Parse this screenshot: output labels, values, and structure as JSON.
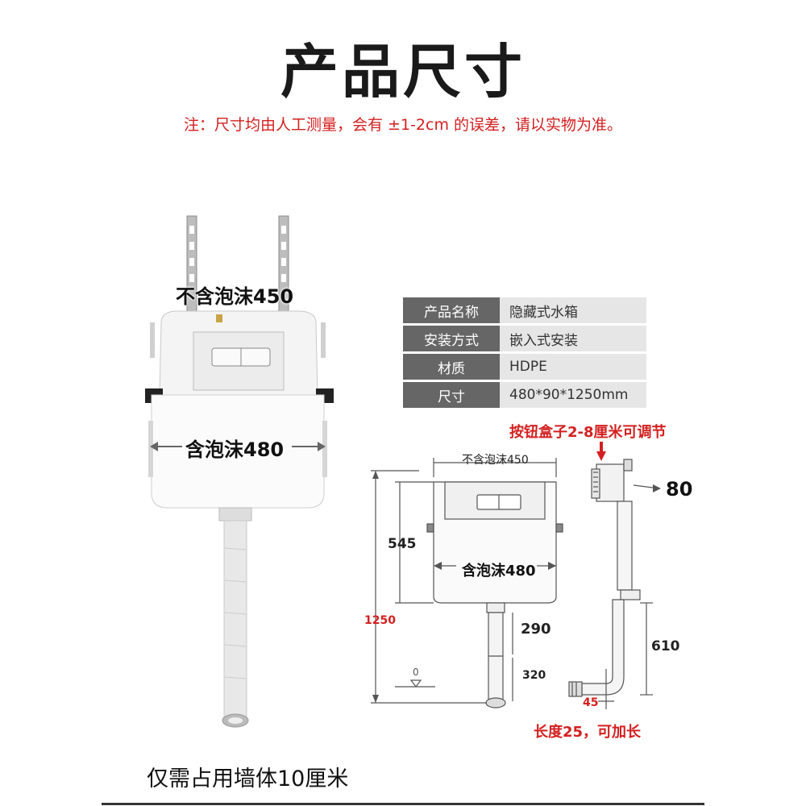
{
  "title": "产品尺寸",
  "note": "注：尺寸均由人工测量，会有 ±1-2cm 的误差，请以实物为准。",
  "spec_table": [
    {
      "key": "产品名称",
      "value": "隐藏式水箱"
    },
    {
      "key": "安装方式",
      "value": "嵌入式安装"
    },
    {
      "key": "材质",
      "value": "HDPE"
    },
    {
      "key": "尺寸",
      "value": "480*90*1250mm"
    }
  ],
  "photo_labels": {
    "no_foam_width": "不含泡沫450",
    "foam_width": "含泡沫480"
  },
  "drawing": {
    "button_adjust": "按钮盒子2-8厘米可调节",
    "top_width": "不含泡沫450",
    "side_depth": "80",
    "tank_height": "545",
    "foam_width": "含泡沫480",
    "total_height": "1250",
    "pipe_upper": "290",
    "pipe_lower": "320",
    "side_pipe": "610",
    "side_outlet": "45",
    "extend_note": "长度25，可加长"
  },
  "footer_note": "仅需占用墙体10厘米",
  "colors": {
    "accent_red": "#d42020",
    "table_key_bg": "#666666",
    "table_val_bg": "#e6e6e6"
  }
}
